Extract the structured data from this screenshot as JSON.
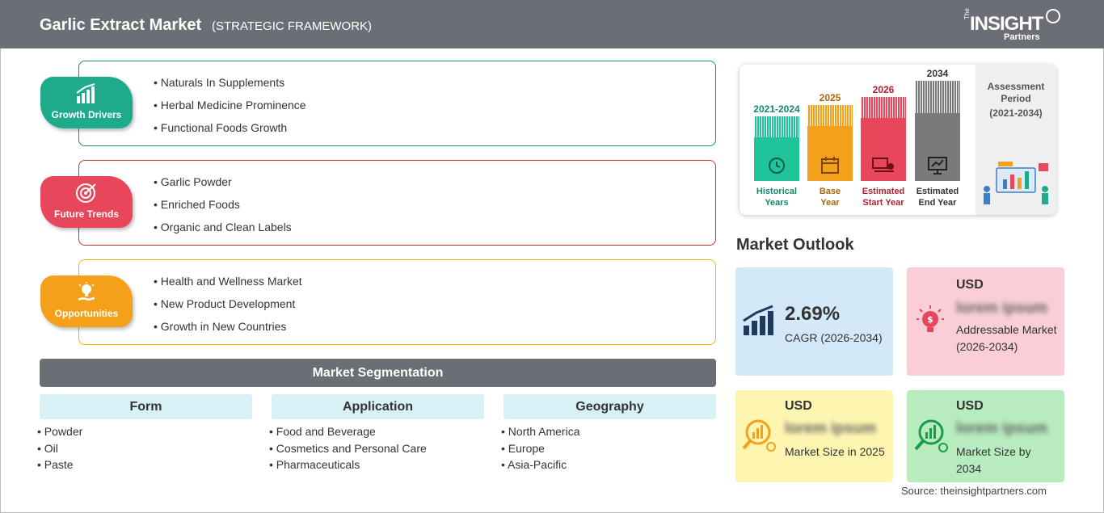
{
  "header": {
    "title": "Garlic Extract Market",
    "subtitle": "(STRATEGIC FRAMEWORK)"
  },
  "logo": {
    "the": "The",
    "insight": "INSIGHT",
    "partners": "Partners"
  },
  "framework": [
    {
      "label": "Growth Drivers",
      "color": "#1dab8b",
      "border": "#1c8f72",
      "icon": "growth-chart-icon",
      "items": [
        "Naturals In Supplements",
        "Herbal Medicine Prominence",
        "Functional Foods Growth"
      ]
    },
    {
      "label": "Future Trends",
      "color": "#e8465a",
      "border": "#c0392b",
      "icon": "target-icon",
      "items": [
        "Garlic Powder",
        "Enriched Foods",
        "Organic and Clean Labels"
      ]
    },
    {
      "label": "Opportunities",
      "color": "#f4a01a",
      "border": "#f2b705",
      "icon": "lightbulb-hand-icon",
      "items": [
        "Health and Wellness Market",
        "New Product Development",
        "Growth in New Countries"
      ]
    }
  ],
  "segmentation": {
    "title": "Market Segmentation",
    "columns": [
      {
        "head": "Form",
        "items": [
          "Powder",
          "Oil",
          "Paste"
        ]
      },
      {
        "head": "Application",
        "items": [
          "Food and Beverage",
          "Cosmetics and Personal Care",
          "Pharmaceuticals"
        ]
      },
      {
        "head": "Geography",
        "items": [
          "North America",
          "Europe",
          "Asia-Pacific"
        ]
      }
    ]
  },
  "timeline": {
    "columns": [
      {
        "year": "2021-2024",
        "caption1": "Historical",
        "caption2": "Years",
        "color": "#20c49a",
        "textColor": "#17876b",
        "icon": "history-icon"
      },
      {
        "year": "2025",
        "caption1": "Base",
        "caption2": "Year",
        "color": "#f4a01a",
        "textColor": "#a8660a",
        "icon": "calendar-icon"
      },
      {
        "year": "2026",
        "caption1": "Estimated",
        "caption2": "Start Year",
        "color": "#e8465a",
        "textColor": "#b3202f",
        "icon": "presentation-icon"
      },
      {
        "year": "2034",
        "caption1": "Estimated",
        "caption2": "End Year",
        "color": "#7a7a7a",
        "textColor": "#333333",
        "icon": "monitor-chart-icon"
      }
    ],
    "assessment_label": "Assessment Period",
    "assessment_period": "(2021-2034)"
  },
  "outlook": {
    "title": "Market Outlook",
    "cagr_value": "2.69%",
    "cagr_label": "CAGR (2026-2034)",
    "addressable": {
      "usd": "USD",
      "value": "lorem ipsum",
      "label": "Addressable Market (2026-2034)"
    },
    "size_2025": {
      "usd": "USD",
      "value": "lorem ipsum",
      "label": "Market Size in 2025"
    },
    "size_2034": {
      "usd": "USD",
      "value": "lorem ipsum",
      "label": "Market Size by 2034"
    }
  },
  "source": "Source: theinsightpartners.com"
}
